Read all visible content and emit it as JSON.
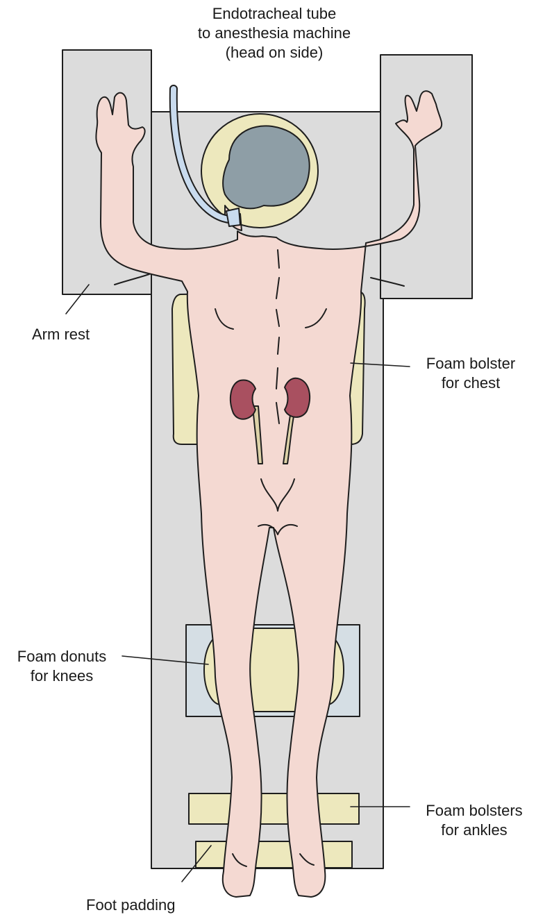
{
  "labels": {
    "endotracheal": [
      "Endotracheal tube",
      "to anesthesia machine",
      "(head on side)"
    ],
    "arm_rest": [
      "Arm rest"
    ],
    "chest_bolster": [
      "Foam bolster",
      "for chest"
    ],
    "knee_donuts": [
      "Foam donuts",
      "for knees"
    ],
    "ankle_bolsters": [
      "Foam bolsters",
      "for ankles"
    ],
    "foot_padding": [
      "Foot padding"
    ]
  },
  "colors": {
    "table": "#dcdcdc",
    "knee_pad": "#d5dee4",
    "foam": "#ede8bd",
    "skin": "#f4d9d2",
    "hair": "#8e9ea6",
    "kidney": "#a95060",
    "ureter": "#ddd2a8",
    "tube": "#c9dbee",
    "outline": "#1e1e1e"
  }
}
